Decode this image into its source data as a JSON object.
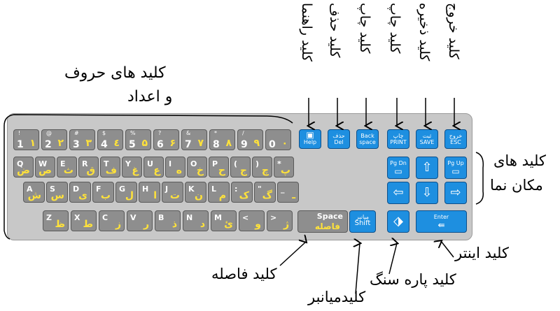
{
  "labels": {
    "letters_numbers_1": "کلید های حروف",
    "letters_numbers_2": "و اعداد",
    "help": "کلید راهنما",
    "del": "کلید حذف",
    "print_key": "کلید چاپ",
    "print": "کلید چاپ",
    "save": "کلید ذخیره",
    "esc": "کلید خروج",
    "cursor_1": "کلید های",
    "cursor_2": "مکان نما",
    "space": "کلید فاصله",
    "shift": "کلیدمیانبر",
    "tab": "کلید پاره سنگ",
    "enter": "کلید اینتر"
  },
  "number_row": [
    {
      "en": "1",
      "top": "!",
      "fa": "۱"
    },
    {
      "en": "2",
      "top": "@",
      "fa": "۲"
    },
    {
      "en": "3",
      "top": "#",
      "fa": "۳"
    },
    {
      "en": "4",
      "top": "$",
      "fa": "٤"
    },
    {
      "en": "5",
      "top": "%",
      "fa": "۵"
    },
    {
      "en": "6",
      "top": "?",
      "fa": "۶"
    },
    {
      "en": "7",
      "top": "&",
      "fa": "۷"
    },
    {
      "en": "8",
      "top": "*",
      "fa": "۸"
    },
    {
      "en": "9",
      "top": "/",
      "fa": "۹"
    },
    {
      "en": "0",
      "top": "",
      "fa": "۰"
    }
  ],
  "row_q": [
    {
      "en": "Q",
      "fa": "ض"
    },
    {
      "en": "W",
      "fa": "ص"
    },
    {
      "en": "E",
      "fa": "ث"
    },
    {
      "en": "R",
      "fa": "ق"
    },
    {
      "en": "T",
      "fa": "ف"
    },
    {
      "en": "Y",
      "fa": "غ"
    },
    {
      "en": "U",
      "fa": "ع"
    },
    {
      "en": "I",
      "fa": "ه"
    },
    {
      "en": "O",
      "fa": "خ"
    },
    {
      "en": "P",
      "fa": "ح"
    },
    {
      "en": "(",
      "fa": "ج"
    },
    {
      "en": ")",
      "fa": "چ"
    },
    {
      "en": "*",
      "fa": "پ"
    }
  ],
  "row_a": [
    {
      "en": "A",
      "fa": "ش"
    },
    {
      "en": "S",
      "fa": "س"
    },
    {
      "en": "D",
      "fa": "ی"
    },
    {
      "en": "F",
      "fa": "ب"
    },
    {
      "en": "G",
      "fa": "ل"
    },
    {
      "en": "H",
      "fa": "ا"
    },
    {
      "en": "J",
      "fa": "ت"
    },
    {
      "en": "K",
      "fa": "ن"
    },
    {
      "en": "L",
      "fa": "م"
    },
    {
      "en": ":",
      "fa": "ک"
    },
    {
      "en": "\"",
      "fa": "گ"
    },
    {
      "en": "_",
      "fa": "ـ"
    }
  ],
  "row_z": [
    {
      "en": "Z",
      "fa": "ظ"
    },
    {
      "en": "X",
      "fa": "ط"
    },
    {
      "en": "C",
      "fa": "ز"
    },
    {
      "en": "V",
      "fa": "ر"
    },
    {
      "en": "B",
      "fa": "ذ"
    },
    {
      "en": "N",
      "fa": "د"
    },
    {
      "en": "M",
      "fa": "ئ"
    },
    {
      "en": "<",
      "fa": "و"
    },
    {
      "en": ">",
      "fa": "ژ"
    }
  ],
  "space_key": {
    "en": "Space",
    "fa": "فاصله"
  },
  "shift_key": {
    "fa": "میانبر",
    "en": "Shift"
  },
  "func_keys": [
    {
      "fa": "",
      "en": "Help"
    },
    {
      "fa": "حذف",
      "en": "Del"
    },
    {
      "fa": "Back",
      "en": "space"
    },
    {
      "fa": "چاپ",
      "en": "PRINT"
    },
    {
      "fa": "ثبت",
      "en": "SAVE"
    },
    {
      "fa": "خروج",
      "en": "ESC"
    }
  ],
  "nav_keys": {
    "pgdn": "Pg Dn",
    "pgup": "Pg Up",
    "enter": "Enter",
    "tab_icon": "tab-icon",
    "up_icon": "arrow-up-icon",
    "down_icon": "arrow-down-icon",
    "left_icon": "arrow-left-icon",
    "right_icon": "arrow-right-icon"
  },
  "colors": {
    "blue_key": "#1e8fe0",
    "gray_key": "#8e8e8e",
    "persian_glyph": "#ffe23a"
  }
}
